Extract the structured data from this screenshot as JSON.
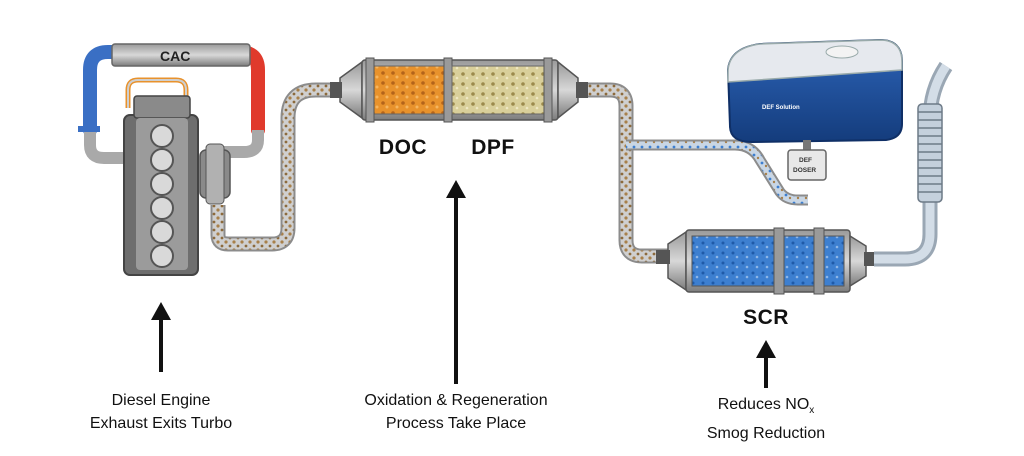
{
  "labels": {
    "cac": "CAC",
    "doc": "DOC",
    "dpf": "DPF",
    "scr": "SCR",
    "def_tank": "DEF Solution",
    "def_doser_1": "DEF",
    "def_doser_2": "DOSER"
  },
  "captions": {
    "engine_line1": "Diesel Engine",
    "engine_line2": "Exhaust Exits Turbo",
    "dpf_line1": "Oxidation & Regeneration",
    "dpf_line2": "Process Take Place",
    "scr_line1_main": "Reduces NO",
    "scr_line1_sub": "x",
    "scr_line2": "Smog Reduction"
  },
  "colors": {
    "cold_air": "#3a6fc4",
    "hot_air": "#e03a2c",
    "exhaust_pipe": "#b9b9b9",
    "soot": "#a8804a",
    "doc_fill": "#e8922c",
    "dpf_fill": "#d9cf9a",
    "scr_fill": "#3d7fd0",
    "def_tank": "#1e4f9c"
  }
}
